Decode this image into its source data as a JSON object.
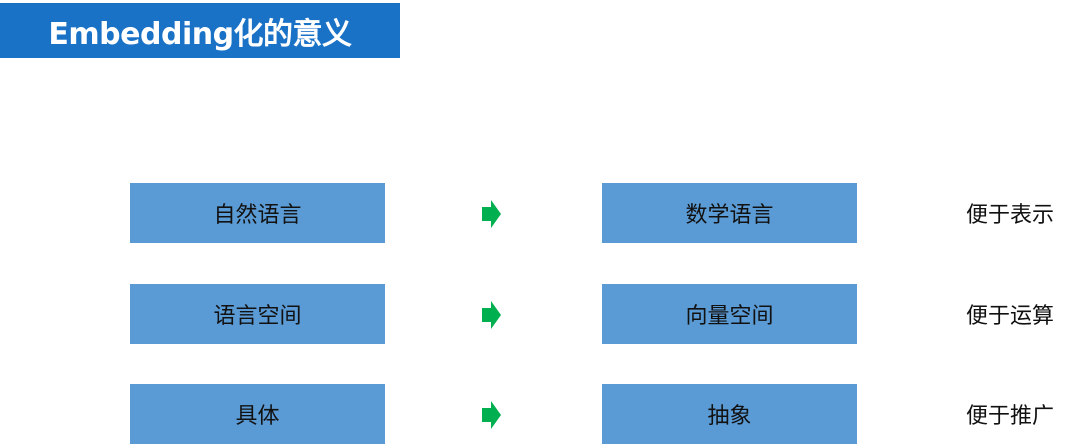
{
  "title": "Embedding化的意义",
  "colors": {
    "title_bg": "#1a72c7",
    "box_bg": "#5b9bd5",
    "arrow": "#00b050"
  },
  "rows": [
    {
      "from": "自然语言",
      "arrow": "right-arrow-icon",
      "to": "数学语言",
      "benefit": "便于表示"
    },
    {
      "from": "语言空间",
      "arrow": "right-arrow-icon",
      "to": "向量空间",
      "benefit": "便于运算"
    },
    {
      "from": "具体",
      "arrow": "right-arrow-icon",
      "to": "抽象",
      "benefit": "便于推广"
    }
  ]
}
